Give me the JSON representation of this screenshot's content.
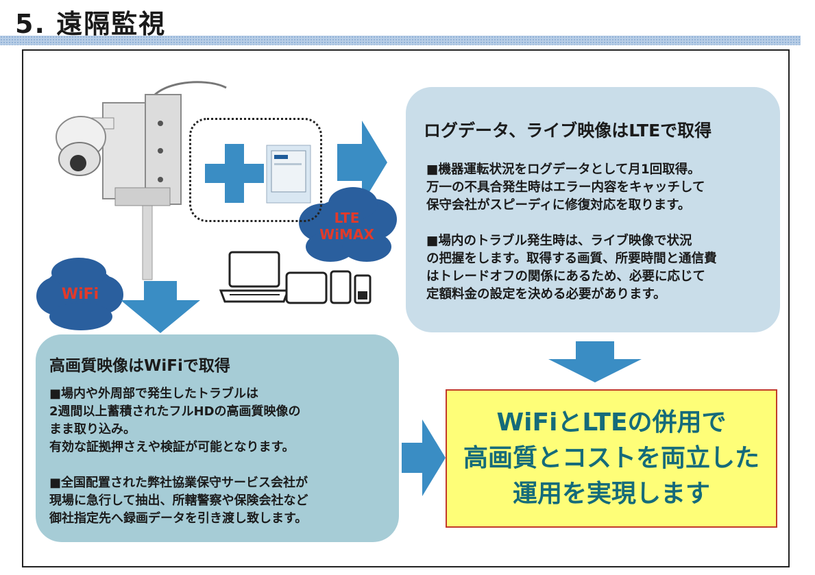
{
  "title": "5. 遠隔監視",
  "right_panel": {
    "heading": "ログデータ、ライブ映像はLTEで取得",
    "body": "■機器運転状況をログデータとして月1回取得。\n万一の不具合発生時はエラー内容をキャッチして\n保守会社がスピーディに修復対応を取ります。\n\n■場内のトラブル発生時は、ライブ映像で状況\nの把握をします。取得する画質、所要時間と通信費\nはトレードオフの関係にあるため、必要に応じて\n定額料金の設定を決める必要があります。"
  },
  "left_panel": {
    "heading": "高画質映像はWiFiで取得",
    "body": "■場内や外周部で発生したトラブルは\n2週間以上蓄積されたフルHDの高画質映像の\nまま取り込み。\n有効な証拠押さえや検証が可能となります。\n\n■全国配置された弊社協業保守サービス会社が\n現場に急行して抽出、所轄警察や保険会社など\n御社指定先へ録画データを引き渡し致します。"
  },
  "conclusion": {
    "line1": "WiFiとLTEの併用で",
    "line2": "高画質とコストを両立した",
    "line3": "運用を実現します"
  },
  "clouds": {
    "lte_line1": "LTE",
    "lte_line2": "WiMAX",
    "wifi": "WiFi"
  },
  "colors": {
    "arrow": "#3a8dc4",
    "cloud": "#2a5f9e",
    "cloud_text": "#e23a2a",
    "conclusion_bg": "#fefe78",
    "conclusion_text": "#156b7a",
    "right_panel_bg": "#c9dde9",
    "left_panel_bg": "#a6ccd6"
  }
}
